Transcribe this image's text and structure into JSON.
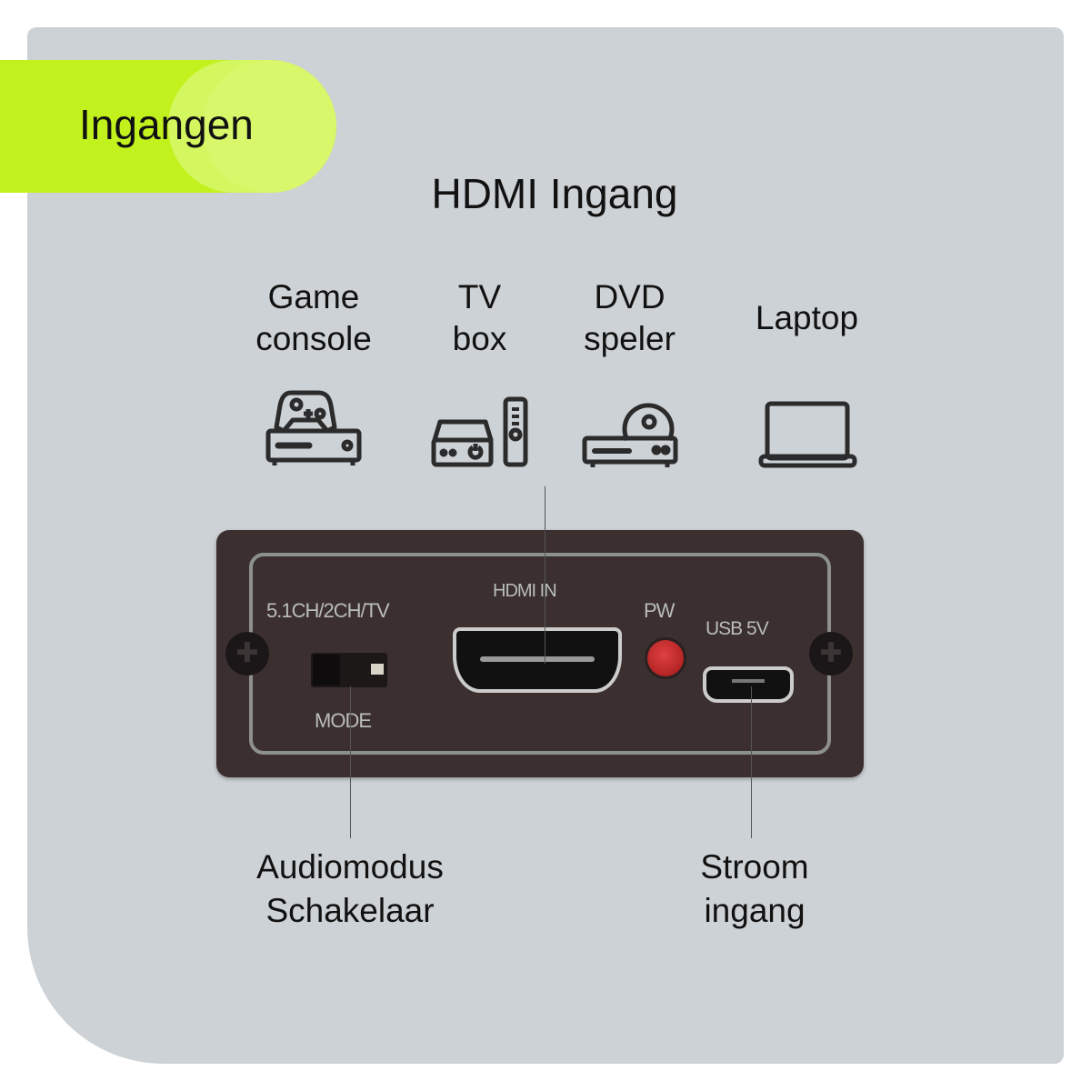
{
  "badge": {
    "label": "Ingangen",
    "color": "#c2f21e"
  },
  "title": "HDMI Ingang",
  "sources": [
    {
      "line1": "Game",
      "line2": "console",
      "icon": "game-console-icon"
    },
    {
      "line1": "TV",
      "line2": "box",
      "icon": "tv-box-icon"
    },
    {
      "line1": "DVD",
      "line2": "speler",
      "icon": "dvd-player-icon"
    },
    {
      "line1": "Laptop",
      "icon": "laptop-icon"
    }
  ],
  "device": {
    "mode_options": "5.1CH/2CH/TV",
    "mode_label": "MODE",
    "hdmi_label": "HDMI IN",
    "power_label": "PW",
    "usb_label": "USB 5V"
  },
  "callouts": {
    "audio_line1": "Audiomodus",
    "audio_line2": "Schakelaar",
    "power_line1": "Stroom",
    "power_line2": "ingang"
  }
}
